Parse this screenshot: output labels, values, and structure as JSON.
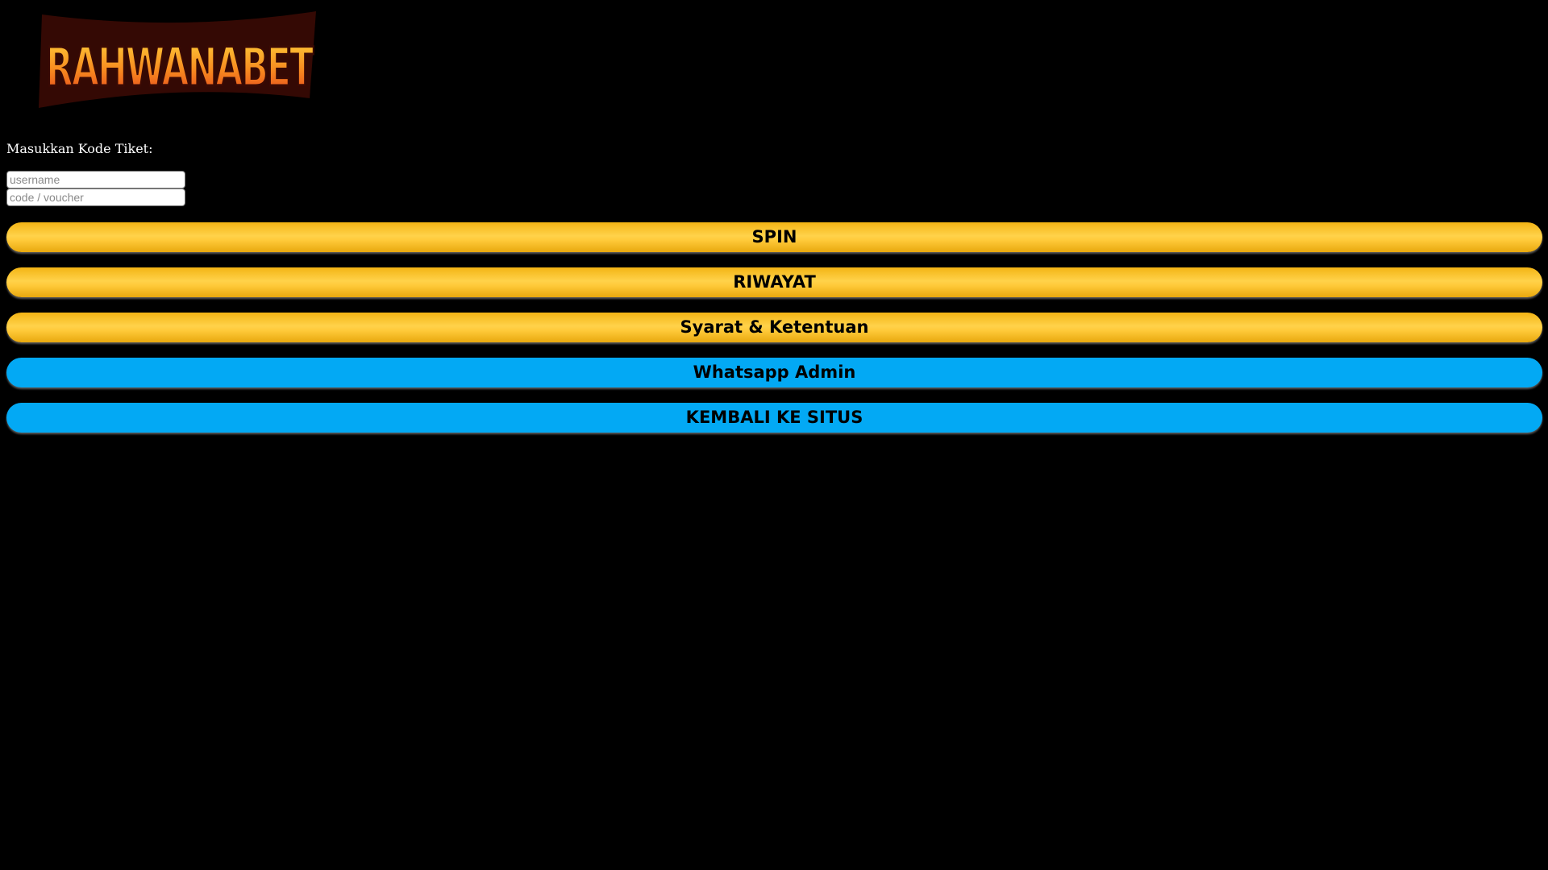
{
  "brand": {
    "logo_text": "RAHWANABET",
    "colors": {
      "logo_fill_top": "#ffd23a",
      "logo_fill_bottom": "#e2421c",
      "logo_stroke": "#3a0a04"
    }
  },
  "form": {
    "label": "Masukkan Kode Tiket:",
    "username_placeholder": "username",
    "code_placeholder": "code / voucher"
  },
  "buttons": {
    "spin": "SPIN",
    "riwayat": "RIWAYAT",
    "terms": "Syarat & Ketentuan",
    "whatsapp": "Whatsapp Admin",
    "back": "KEMBALI KE SITUS"
  },
  "colors": {
    "background": "#000000",
    "yellow_button": "#ffc629",
    "blue_button": "#03a9f4"
  }
}
